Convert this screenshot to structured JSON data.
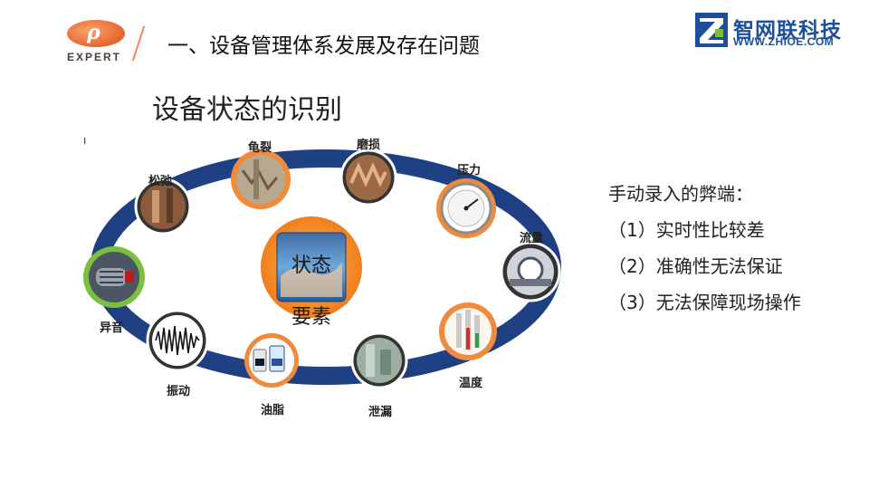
{
  "header": {
    "logo_text": "EXPERT",
    "section_title": "一、设备管理体系发展及存在问题",
    "brand_name": "智网联科技",
    "brand_url": "WWW.ZHIOE.COM"
  },
  "slide": {
    "title": "设备状态的识别",
    "tick_mark": "ı"
  },
  "diagram": {
    "center_line1": "状态",
    "center_line2": "要素",
    "nodes": [
      {
        "label": "松弛",
        "icon": "bolt-photo-icon"
      },
      {
        "label": "龟裂",
        "icon": "crack-photo-icon"
      },
      {
        "label": "磨损",
        "icon": "gear-wear-photo-icon"
      },
      {
        "label": "压力",
        "icon": "pressure-gauge-icon"
      },
      {
        "label": "流量",
        "icon": "flow-meter-icon"
      },
      {
        "label": "温度",
        "icon": "thermometer-icon"
      },
      {
        "label": "泄漏",
        "icon": "leak-photo-icon"
      },
      {
        "label": "油脂",
        "icon": "oil-can-icon"
      },
      {
        "label": "振动",
        "icon": "vibration-wave-icon"
      },
      {
        "label": "异音",
        "icon": "noise-motor-icon"
      }
    ]
  },
  "notes": {
    "heading": "手动录入的弊端：",
    "items": [
      "（1）实时性比较差",
      "（2）准确性无法保证",
      "（3）无法保障现场操作"
    ]
  },
  "colors": {
    "ring": "#2a4f97",
    "accent_orange": "#f08a3c",
    "accent_green": "#7cbf3e",
    "brand_blue": "#1d4f9c"
  }
}
